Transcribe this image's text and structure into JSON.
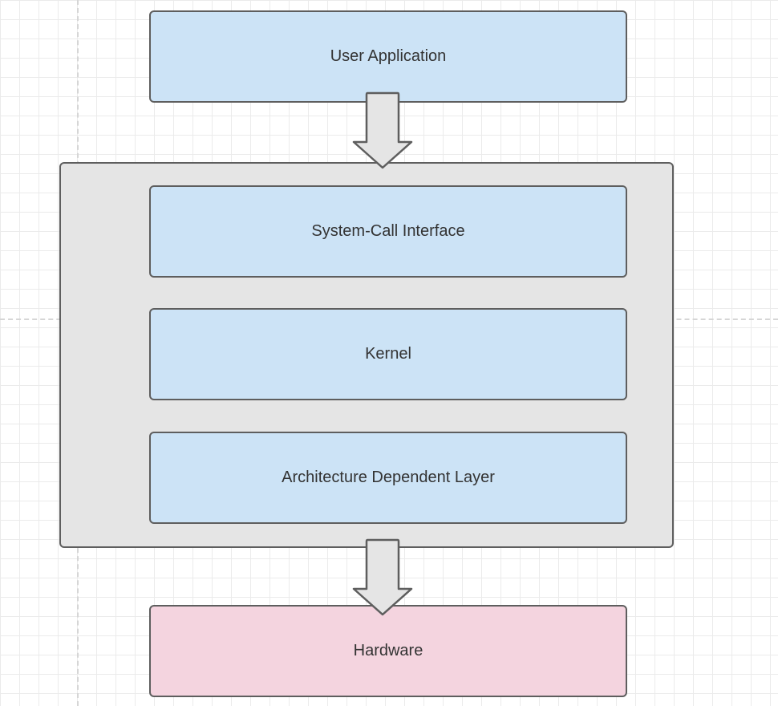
{
  "diagram": {
    "nodes": [
      {
        "id": "user-application",
        "label": "User Application",
        "fill": "#cce3f6"
      },
      {
        "id": "system-call-interface",
        "label": "System-Call Interface",
        "fill": "#cce3f6"
      },
      {
        "id": "kernel",
        "label": "Kernel",
        "fill": "#cce3f6"
      },
      {
        "id": "architecture-dependent-layer",
        "label": "Architecture Dependent Layer",
        "fill": "#cce3f6"
      },
      {
        "id": "hardware",
        "label": "Hardware",
        "fill": "#f4d4df"
      }
    ],
    "group": {
      "id": "kernel-group",
      "fill": "#e5e5e5",
      "members": [
        "system-call-interface",
        "kernel",
        "architecture-dependent-layer"
      ]
    },
    "edges": [
      {
        "from": "user-application",
        "to": "kernel-group"
      },
      {
        "from": "kernel-group",
        "to": "hardware"
      }
    ],
    "colors": {
      "stroke": "#5e5e5e",
      "arrow_fill": "#e5e5e5",
      "text": "#333333",
      "grid": "#ebebeb"
    }
  }
}
